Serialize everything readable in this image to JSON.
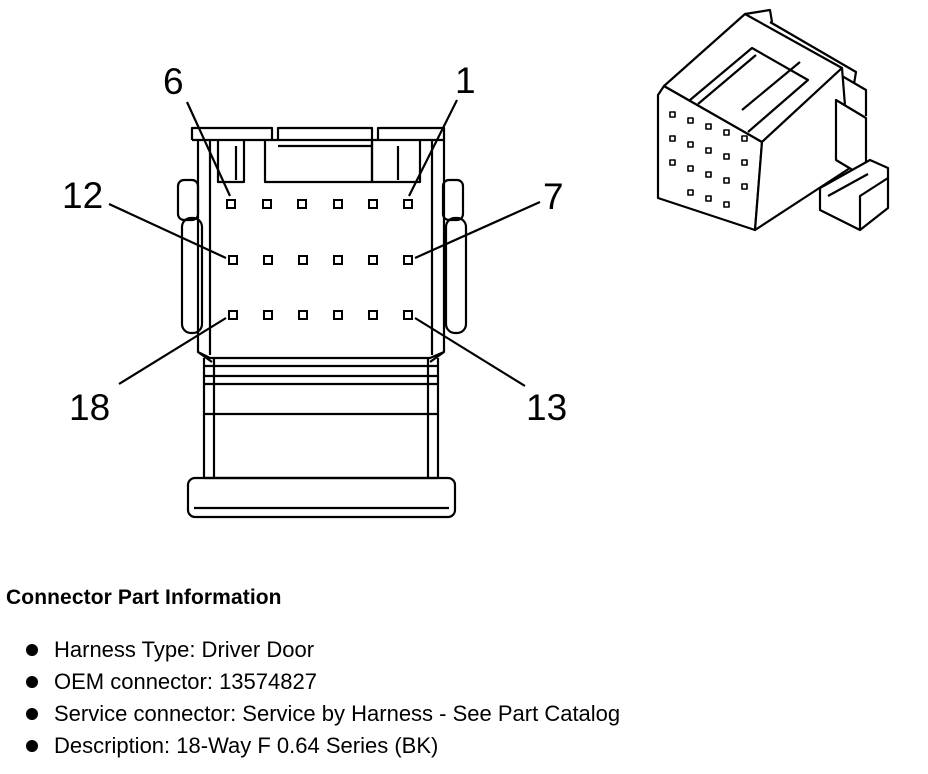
{
  "diagram": {
    "pin_labels": {
      "pin_6": "6",
      "pin_1": "1",
      "pin_12": "12",
      "pin_7": "7",
      "pin_18": "18",
      "pin_13": "13"
    },
    "pin_rows": 3,
    "pin_columns": 6
  },
  "info": {
    "title": "Connector Part Information",
    "items": [
      "Harness Type: Driver Door",
      "OEM connector: 13574827",
      "Service connector: Service by Harness - See Part Catalog",
      "Description: 18-Way F 0.64 Series (BK)"
    ]
  }
}
